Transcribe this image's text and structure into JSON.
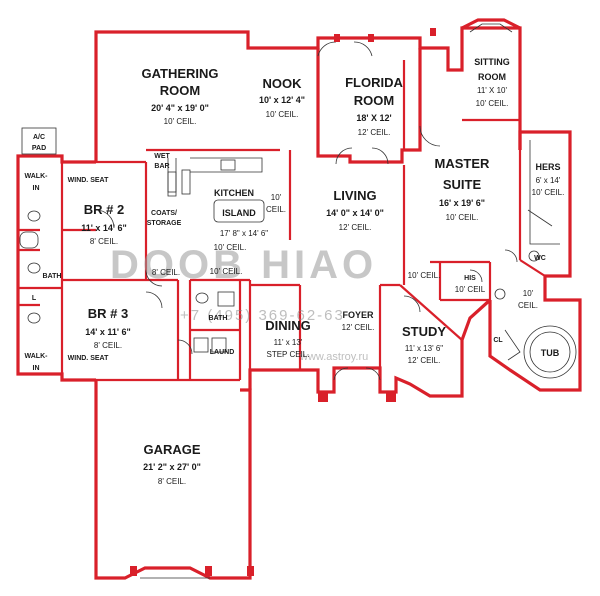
{
  "rooms": {
    "gathering": {
      "name1": "GATHERING",
      "name2": "ROOM",
      "dim": "20' 4\" x 19' 0\"",
      "ceil": "10' CEIL."
    },
    "nook": {
      "name": "NOOK",
      "dim": "10' x 12' 4\"",
      "ceil": "10' CEIL."
    },
    "florida": {
      "name1": "FLORIDA",
      "name2": "ROOM",
      "dim": "18' X 12'",
      "ceil": "12' CEIL."
    },
    "sitting": {
      "name1": "SITTING",
      "name2": "ROOM",
      "dim": "11' X 10'",
      "ceil": "10' CEIL."
    },
    "master": {
      "name1": "MASTER",
      "name2": "SUITE",
      "dim": "16' x 19' 6\"",
      "ceil": "10' CEIL."
    },
    "hers": {
      "name": "HERS",
      "dim": "6' x 14'",
      "ceil": "10' CEIL."
    },
    "kitchen": {
      "name": "KITCHEN",
      "dim": "17' 8\" x 14' 6\"",
      "ceil": "10' CEIL."
    },
    "living": {
      "name": "LIVING",
      "dim": "14' 0\" x 14' 0\"",
      "ceil": "12' CEIL."
    },
    "br2": {
      "name": "BR # 2",
      "dim": "11' x 14' 6\"",
      "ceil": "8' CEIL."
    },
    "br3": {
      "name": "BR # 3",
      "dim": "14' x 11' 6\"",
      "ceil": "8' CEIL."
    },
    "dining": {
      "name": "DINING",
      "dim": "11' x 13'",
      "ceil": "STEP CEIL."
    },
    "foyer": {
      "name": "FOYER",
      "ceil": "12' CEIL."
    },
    "study": {
      "name": "STUDY",
      "dim": "11' x 13' 6\"",
      "ceil": "12' CEIL."
    },
    "garage": {
      "name": "GARAGE",
      "dim": "21' 2\" x 27' 0\"",
      "ceil": "8' CEIL."
    },
    "his": {
      "name": "HIS",
      "ceil": "10' CEIL"
    }
  },
  "labels": {
    "ac_pad_1": "A/C",
    "ac_pad_2": "PAD",
    "wet_bar_1": "WET",
    "wet_bar_2": "BAR",
    "island": "ISLAND",
    "coats_1": "COATS/",
    "coats_2": "STORAGE",
    "walk_in": "WALK-",
    "walk_in_2": "IN",
    "wind_seat": "WIND. SEAT",
    "bath": "BATH",
    "l": "L",
    "laund": "LAUND",
    "wc": "WC",
    "tub": "TUB",
    "cl": "CL",
    "ceil_8": "8' CEIL.",
    "ceil_10": "10' CEIL.",
    "ceil_10_short": "10'",
    "ceil_10_word": "CEIL.",
    "ceil_10_master": "10'",
    "ceil_master_word": "CEIL."
  },
  "watermark": {
    "brand": "DOOB HIAO",
    "phone": "+7 (495) 369-62-63",
    "url": "www.astroy.ru"
  },
  "colors": {
    "wall": "#d9202a",
    "line": "#333333",
    "watermark": "#9a9a9a"
  }
}
